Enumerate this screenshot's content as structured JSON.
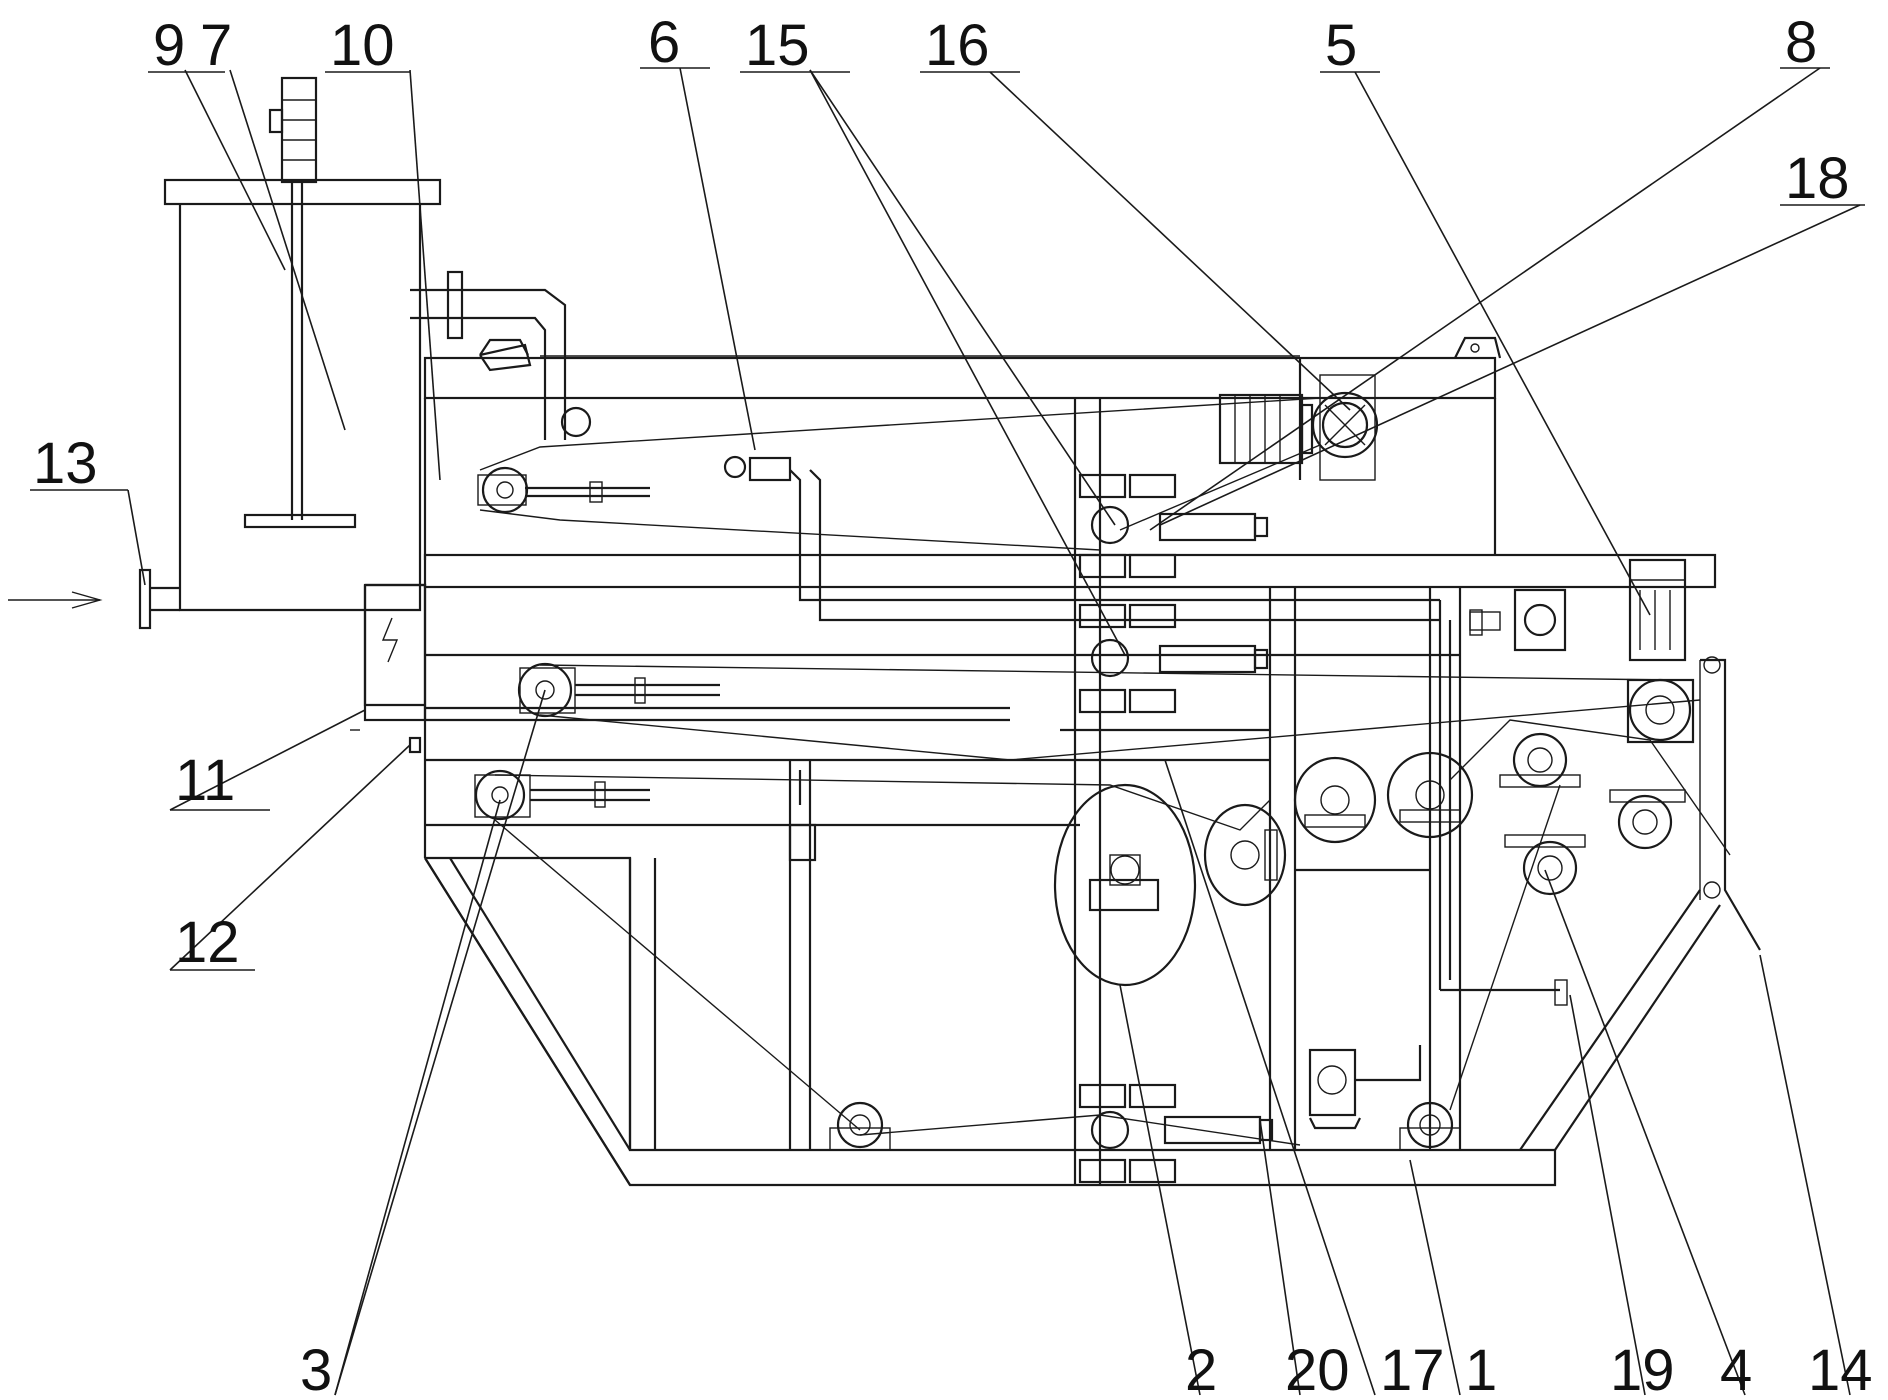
{
  "labels": {
    "l1": "1",
    "l2": "2",
    "l3": "3",
    "l4": "4",
    "l5": "5",
    "l6": "6",
    "l7": "7",
    "l8": "8",
    "l9": "9",
    "l10": "10",
    "l11": "11",
    "l12": "12",
    "l13": "13",
    "l14": "14",
    "l15": "15",
    "l16": "16",
    "l17": "17",
    "l18": "18",
    "l19": "19",
    "l20": "20"
  },
  "colors": {
    "ink": "#1a1a1a",
    "paper": "#ffffff"
  }
}
